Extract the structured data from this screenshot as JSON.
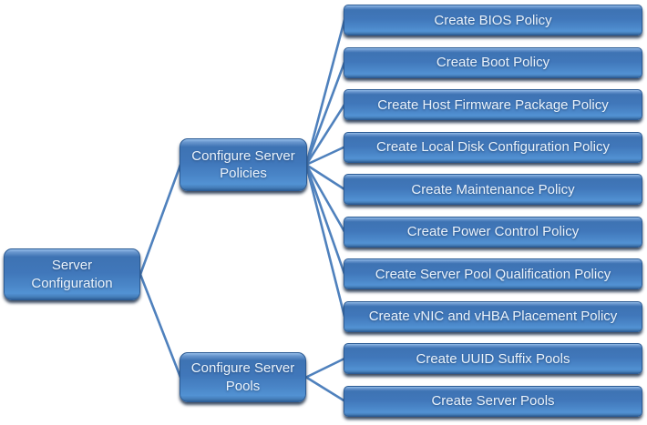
{
  "diagram": {
    "title": "Server Configuration workflow diagram",
    "root": {
      "label": "Server Configuration"
    },
    "branches": [
      {
        "label": "Configure Server Policies",
        "children": [
          "Create BIOS Policy",
          "Create Boot Policy",
          "Create Host Firmware Package Policy",
          "Create Local Disk Configuration Policy",
          "Create Maintenance Policy",
          "Create Power Control Policy",
          "Create Server Pool Qualification Policy",
          "Create vNIC and vHBA Placement Policy"
        ]
      },
      {
        "label": "Configure Server Pools",
        "children": [
          "Create UUID Suffix Pools",
          "Create Server Pools"
        ]
      }
    ],
    "colors": {
      "background": "#ffffff",
      "node_fill_main": "#4a86c8",
      "node_fill_dark": "#3e73b3",
      "node_highlight": "#94bce8",
      "node_border": "#2b5b94",
      "node_shadow": "#0c213c",
      "connector": "#4f81bd",
      "text": "#eaf3fc"
    }
  }
}
